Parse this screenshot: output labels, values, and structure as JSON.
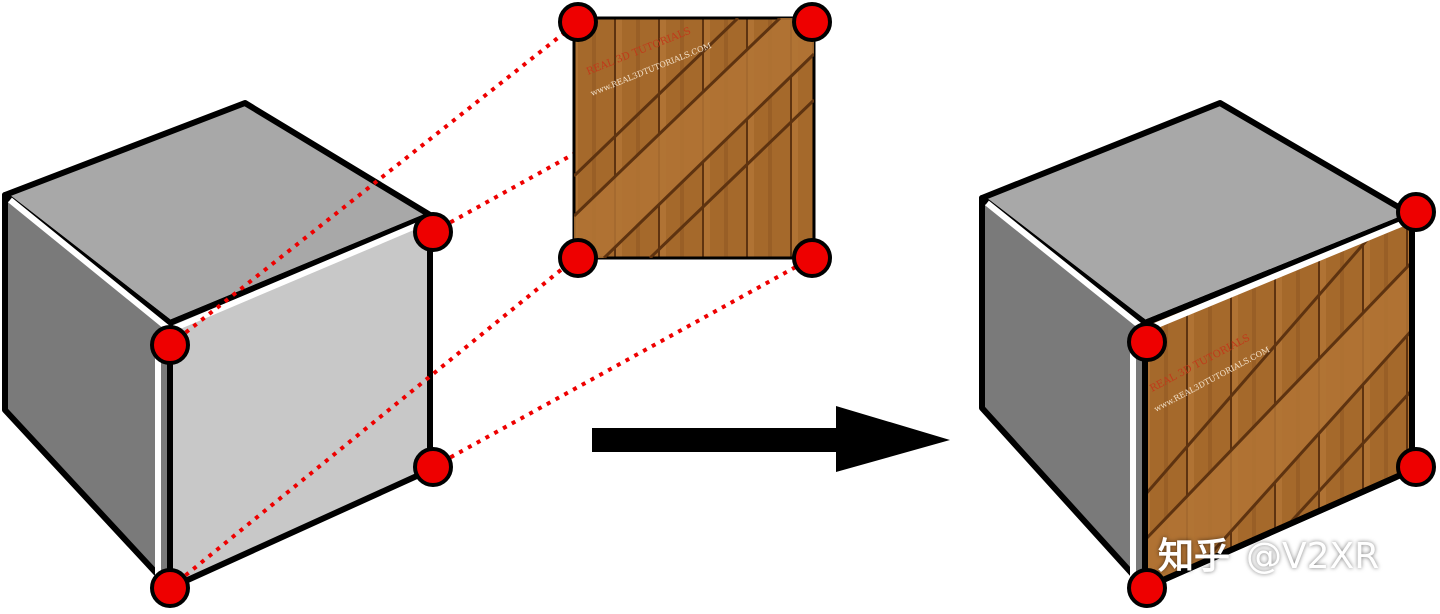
{
  "colors": {
    "cube_top": "#a8a8a8",
    "cube_left": "#7a7a7a",
    "cube_front": "#c8c8c8",
    "wood": "#a5692b",
    "wood_dark": "#5e3310",
    "vertex": "#ee0000",
    "arrow": "#000000"
  },
  "texture_caption": {
    "line1": "REAL 3D TUTORIALS",
    "line2": "www.REAL3DTUTORIALS.COM"
  },
  "watermark": {
    "chinese": "知乎",
    "handle": "@V2XR"
  },
  "icons": {
    "vertex": "vertex-dot-icon",
    "arrow": "right-arrow-icon"
  }
}
